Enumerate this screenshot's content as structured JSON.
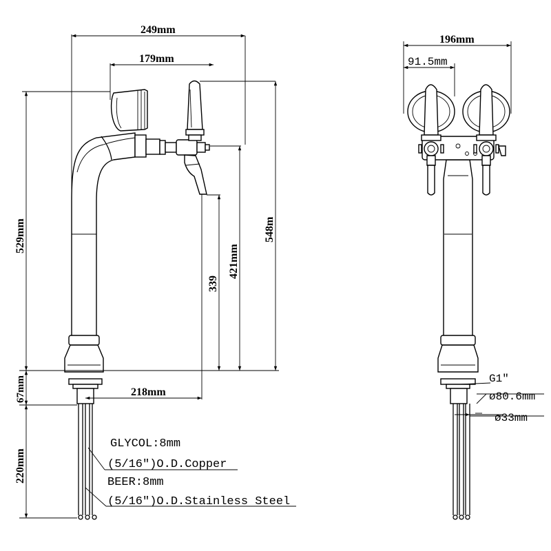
{
  "side_view": {
    "dim_overall_width": "249mm",
    "dim_reach": "179mm",
    "dim_total_height": "548m",
    "dim_height_to_base": "529mm",
    "dim_spout_height": "421mm",
    "dim_spout_clearance": "339",
    "dim_base_height": "67mm",
    "dim_spout_offset": "218mm",
    "dim_tube_length": "220mm"
  },
  "front_view": {
    "dim_overall_width": "196mm",
    "dim_head_width": "91.5mm",
    "label_thread": "G1″",
    "label_base_diameter": "ø80.6mm",
    "label_shank_diameter": "ø33mm"
  },
  "tubing": {
    "glycol_line1": "GLYCOL:8mm",
    "glycol_line2": "(5/16″)O.D.Copper",
    "beer_line1": "BEER:8mm",
    "beer_line2": "(5/16″)O.D.Stainless Steel"
  }
}
